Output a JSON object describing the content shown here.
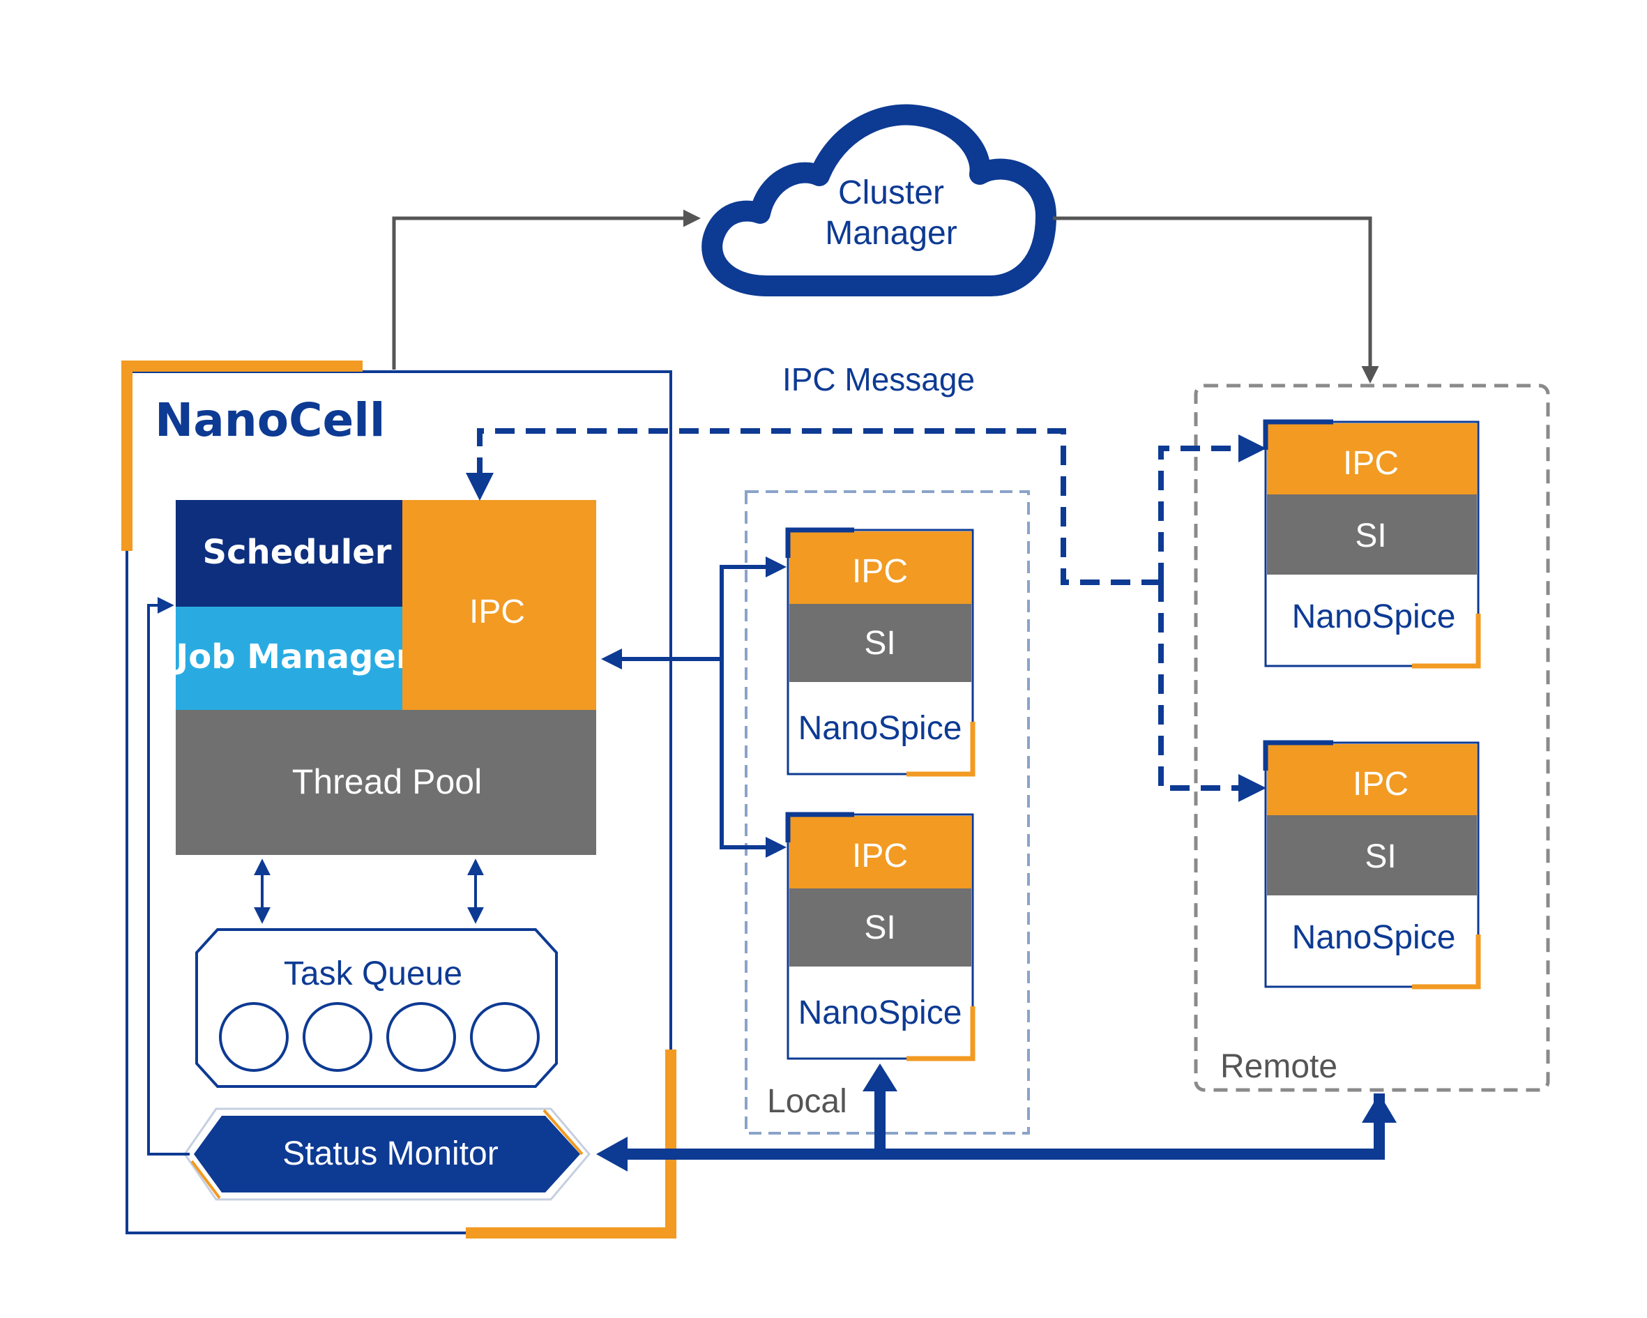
{
  "colors": {
    "navy": "#0d3a93",
    "dark_navy": "#0e2f7e",
    "light_blue": "#29abe2",
    "orange": "#f29a22",
    "grey": "#707070",
    "dashed_grey": "#8a8a8a",
    "dashed_blue": "#8aa3c9",
    "arrow_grey": "#555555"
  },
  "cloud": {
    "line1": "Cluster",
    "line2": "Manager",
    "icon": "cloud-icon"
  },
  "ipc_message_label": "IPC Message",
  "nanocell": {
    "title": "NanoCell",
    "scheduler": "Scheduler",
    "job_manager": "Job Manager",
    "ipc": "IPC",
    "thread_pool": "Thread Pool",
    "task_queue": {
      "label": "Task Queue",
      "slots": 4
    },
    "status_monitor": "Status Monitor"
  },
  "local": {
    "label": "Local",
    "nodes": [
      {
        "ipc": "IPC",
        "si": "SI",
        "name": "NanoSpice"
      },
      {
        "ipc": "IPC",
        "si": "SI",
        "name": "NanoSpice"
      }
    ]
  },
  "remote": {
    "label": "Remote",
    "nodes": [
      {
        "ipc": "IPC",
        "si": "SI",
        "name": "NanoSpice"
      },
      {
        "ipc": "IPC",
        "si": "SI",
        "name": "NanoSpice"
      }
    ]
  }
}
